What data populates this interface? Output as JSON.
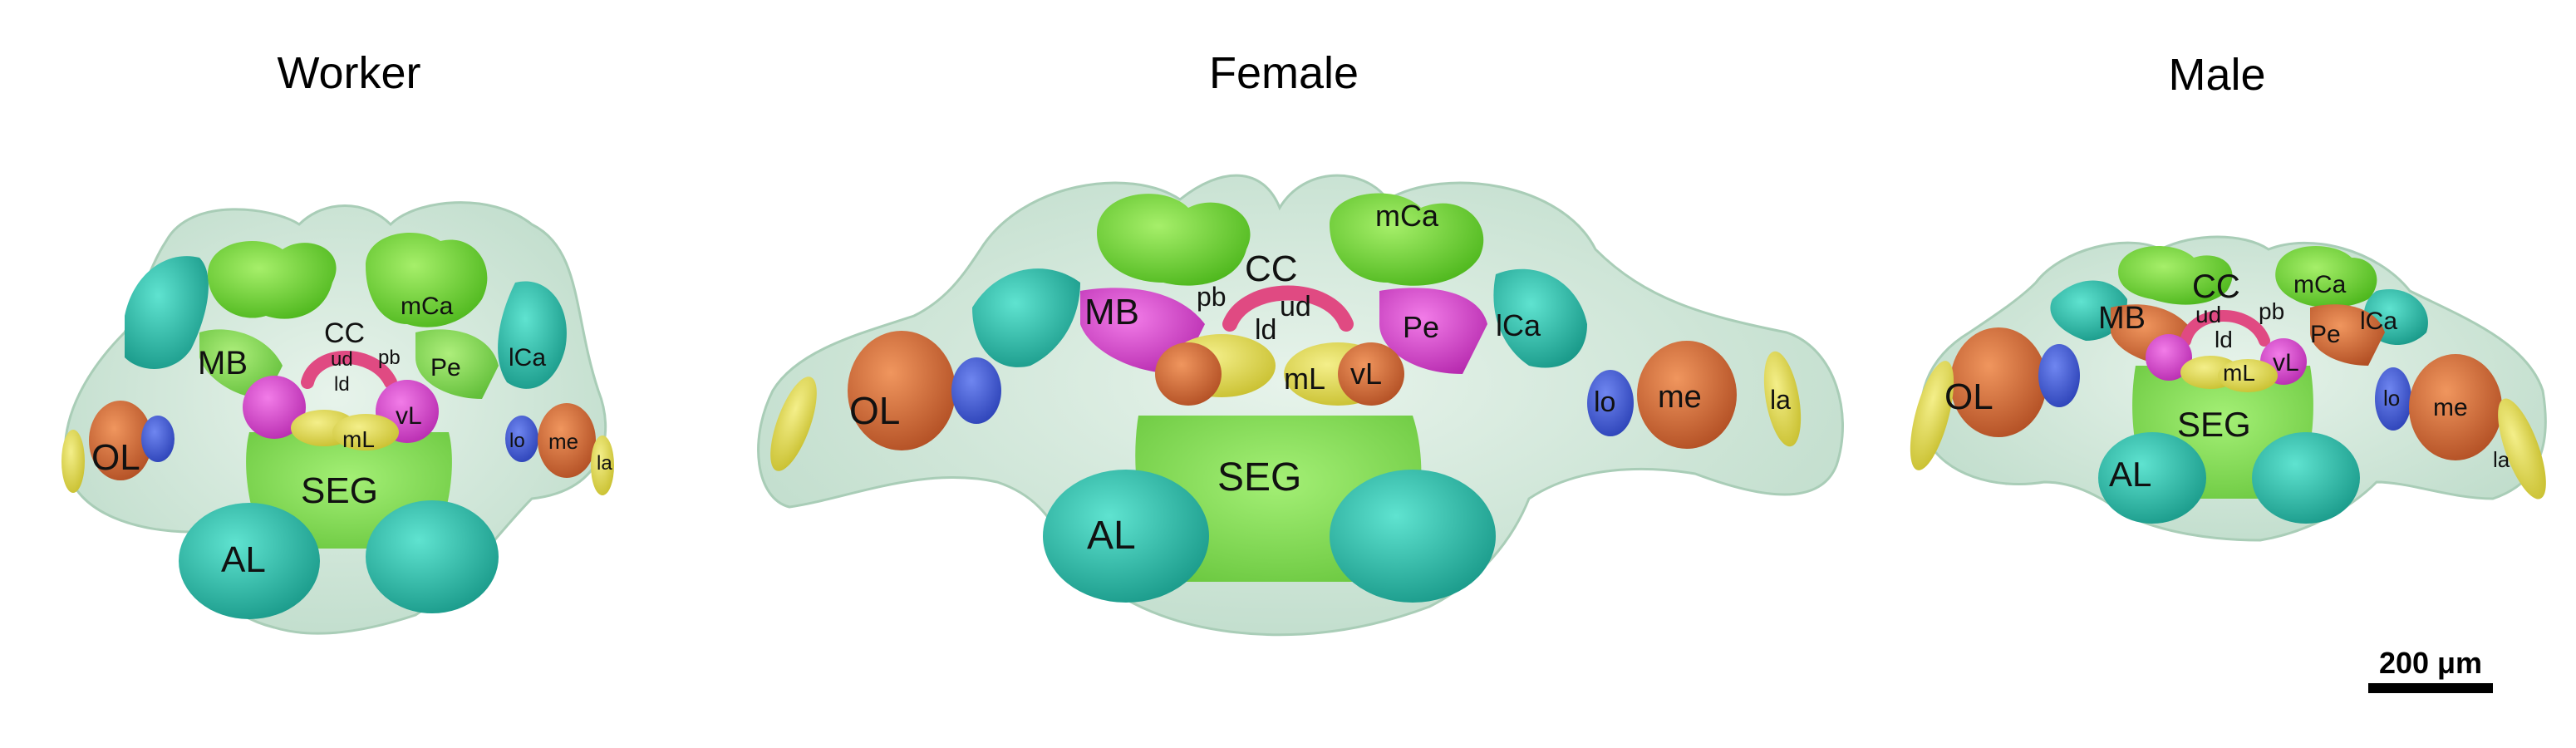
{
  "panels": [
    {
      "id": "worker",
      "title": "Worker"
    },
    {
      "id": "female",
      "title": "Female"
    },
    {
      "id": "male",
      "title": "Male"
    }
  ],
  "labels": {
    "OL": "OL",
    "MB": "MB",
    "CC": "CC",
    "ud": "ud",
    "ld": "ld",
    "pb": "pb",
    "Pe": "Pe",
    "mCa": "mCa",
    "lCa": "lCa",
    "vL": "vL",
    "mL": "mL",
    "lo": "lo",
    "me": "me",
    "la": "la",
    "SEG": "SEG",
    "AL": "AL"
  },
  "scale_bar": {
    "label": "200 μm"
  },
  "colors": {
    "brain_shell": "#cfe6d8",
    "optic_lobe": "#d0683a",
    "lobula": "#3a55d8",
    "lamina": "#d8cc3a",
    "antennal_lobe": "#2bbfae",
    "calyx_lateral": "#25c4b0",
    "calyx_medial": "#6ed62a",
    "peduncle": "#e040d8",
    "vertical_lobe": "#e040d8",
    "medial_lobe": "#e8e04a",
    "central_complex": "#e04a82",
    "subesophageal": "#7be04a"
  }
}
